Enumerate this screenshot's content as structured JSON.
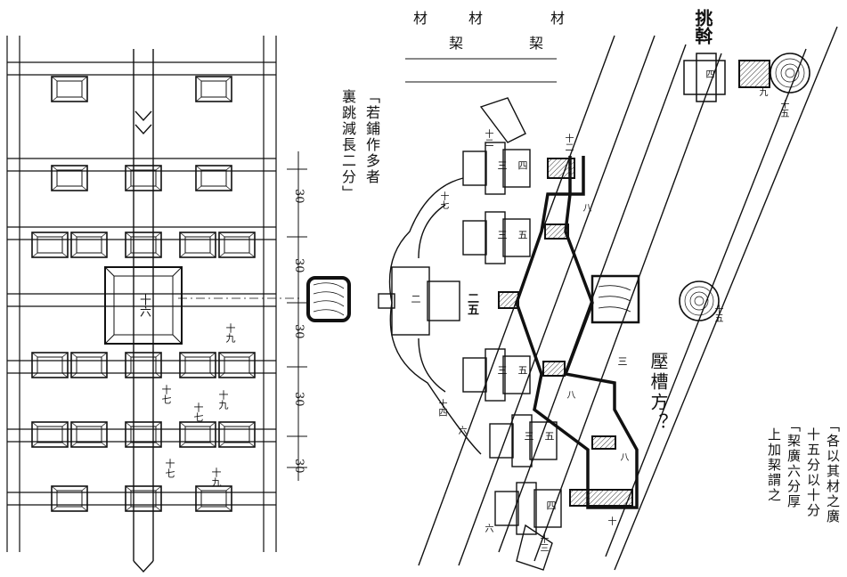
{
  "header": {
    "title": "挑斡",
    "materials": [
      "材",
      "栔",
      "材",
      "栔",
      "材"
    ]
  },
  "note_left": {
    "line1": "「若鋪作多者",
    "line2": "裏跳減長二分」"
  },
  "note_right": {
    "line1": "「各以其材之廣",
    "line2": "十五分以十分",
    "line3": "「栔廣六分厚",
    "line4": "上加栔謂之"
  },
  "question_label": "壓槽方？",
  "dimensions": [
    "30",
    "30",
    "30",
    "30",
    "30"
  ],
  "plan_labels": {
    "center": "十六",
    "l1": "十九",
    "l2": "十七",
    "l3": "十九",
    "l4": "十七",
    "l5": "十九",
    "l6": "十七"
  },
  "section_labels": {
    "top_log": "十五",
    "top_bracket": "四",
    "small_nine": "九",
    "mid_log": "十五",
    "n12": "十二",
    "n3a": "三",
    "n5a": "五",
    "n4": "四",
    "n3b": "三",
    "n5b": "五",
    "n25": "二五",
    "n2": "二",
    "n3c": "三",
    "n5c": "五",
    "n3d": "三",
    "n5d": "五",
    "n4b": "四",
    "n8a": "八",
    "n8b": "八",
    "n8c": "八",
    "n6a": "六",
    "n6b": "六",
    "n10": "十",
    "n12b": "十二",
    "n13": "十三",
    "n17": "十七",
    "n14": "十四",
    "n32": "三"
  }
}
